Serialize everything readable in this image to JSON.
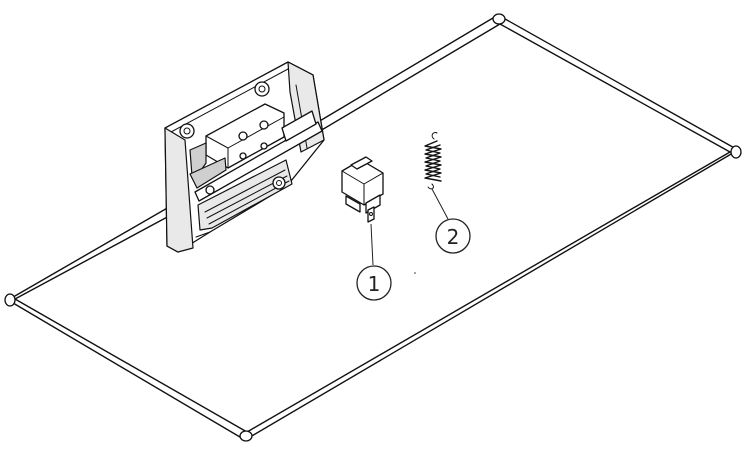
{
  "callouts": [
    {
      "number": "1",
      "part": "micro-switch"
    },
    {
      "number": "2",
      "part": "tension-spring"
    }
  ],
  "colors": {
    "line": "#111111",
    "background": "#ffffff",
    "shade": "#e9e9e9"
  }
}
